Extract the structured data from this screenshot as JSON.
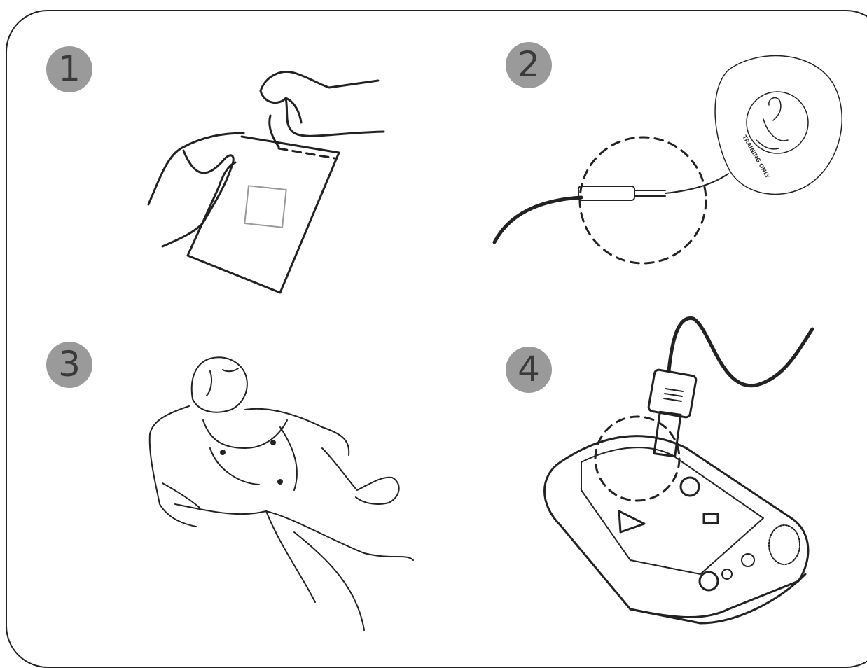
{
  "steps": [
    {
      "number": "1",
      "description_visible": ""
    },
    {
      "number": "2",
      "description_visible": ""
    },
    {
      "number": "3",
      "description_visible": ""
    },
    {
      "number": "4",
      "description_visible": ""
    }
  ],
  "pad_label": "TRAINING ONLY",
  "colors": {
    "badge": "#9a9a9a",
    "badge_text": "#3a3a3a",
    "line": "#222222",
    "frame": "#222222"
  }
}
